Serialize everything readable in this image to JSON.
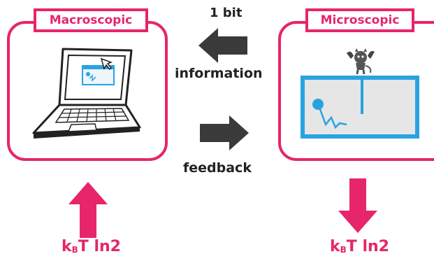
{
  "macroscopic": {
    "title": "Macroscopic",
    "energy_main": "k",
    "energy_sub": "B",
    "energy_tail": "T ln2"
  },
  "microscopic": {
    "title": "Microscopic",
    "energy_main": "k",
    "energy_sub": "B",
    "energy_tail": "T ln2"
  },
  "channel": {
    "bits": "1 bit",
    "information": "information",
    "feedback": "feedback"
  },
  "colors": {
    "magenta": "#e6256b",
    "dark_arrow": "#3a3a3a",
    "blue": "#29a3e0"
  },
  "icons": [
    "laptop-icon",
    "demon-icon",
    "particle-box-icon",
    "arrow-left-icon",
    "arrow-right-icon",
    "arrow-up-icon",
    "arrow-down-icon"
  ]
}
